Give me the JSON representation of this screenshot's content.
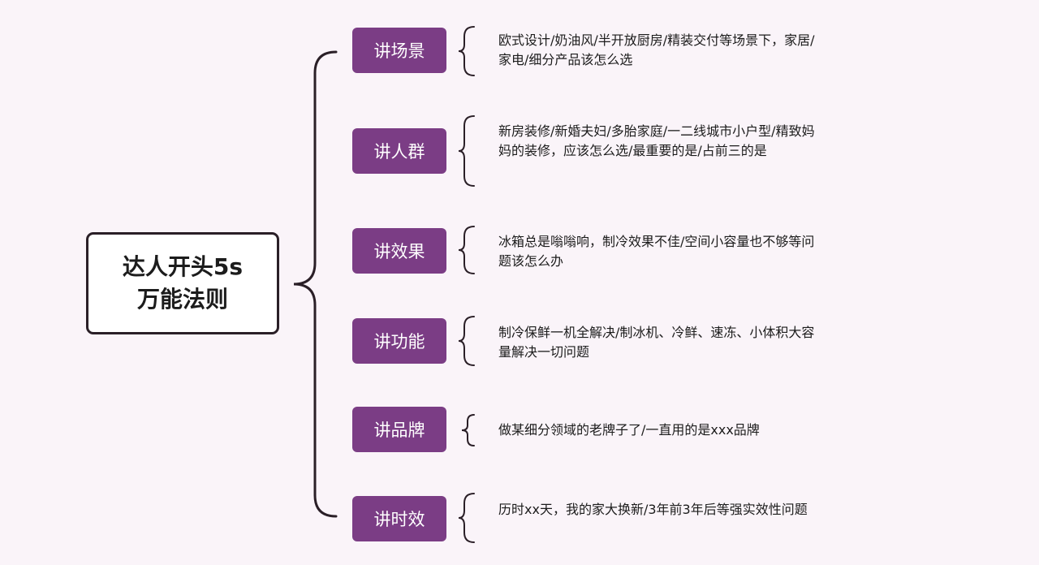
{
  "root": {
    "line1": "达人开头5s",
    "line2": "万能法则"
  },
  "branches": [
    {
      "label": "讲场景",
      "text": "欧式设计/奶油风/半开放厨房/精装交付等场景下，家居/家电/细分产品该怎么选"
    },
    {
      "label": "讲人群",
      "text": "新房装修/新婚夫妇/多胎家庭/一二线城市小户型/精致妈妈的装修，应该怎么选/最重要的是/占前三的是"
    },
    {
      "label": "讲效果",
      "text": "冰箱总是嗡嗡响，制冷效果不佳/空间小容量也不够等问题该怎么办"
    },
    {
      "label": "讲功能",
      "text": "制冷保鲜一机全解决/制冰机、冷鲜、速冻、小体积大容量解决一切问题"
    },
    {
      "label": "讲品牌",
      "text": "做某细分领域的老牌子了/一直用的是xxx品牌"
    },
    {
      "label": "讲时效",
      "text": "历时xx天，我的家大换新/3年前3年后等强实效性问题"
    }
  ],
  "colors": {
    "background": "#faf4f9",
    "branch_fill": "#7b3d85",
    "line": "#2a1f27"
  }
}
